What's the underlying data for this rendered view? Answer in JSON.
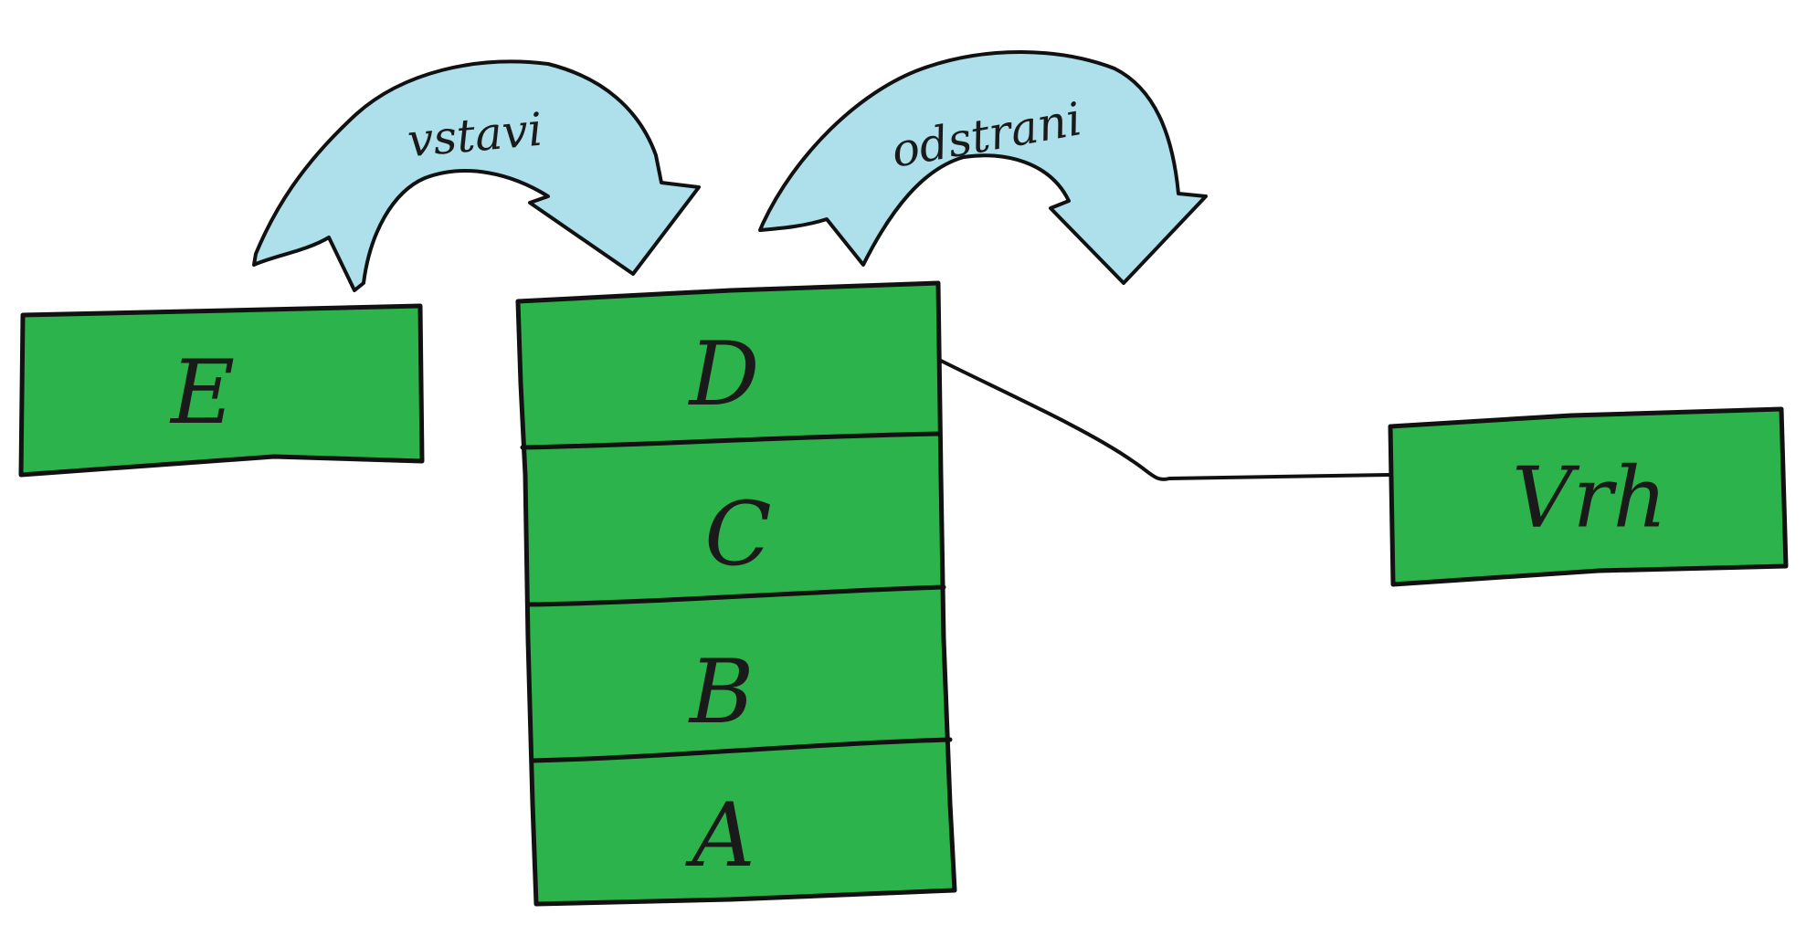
{
  "diagram": {
    "new_item": "E",
    "stack": [
      "D",
      "C",
      "B",
      "A"
    ],
    "push_label": "vstavi",
    "pop_label": "odstrani",
    "top_pointer_label": "Vrh"
  },
  "colors": {
    "box_fill": "#2db34b",
    "arrow_fill": "#aee0ec",
    "outline": "#111111"
  }
}
